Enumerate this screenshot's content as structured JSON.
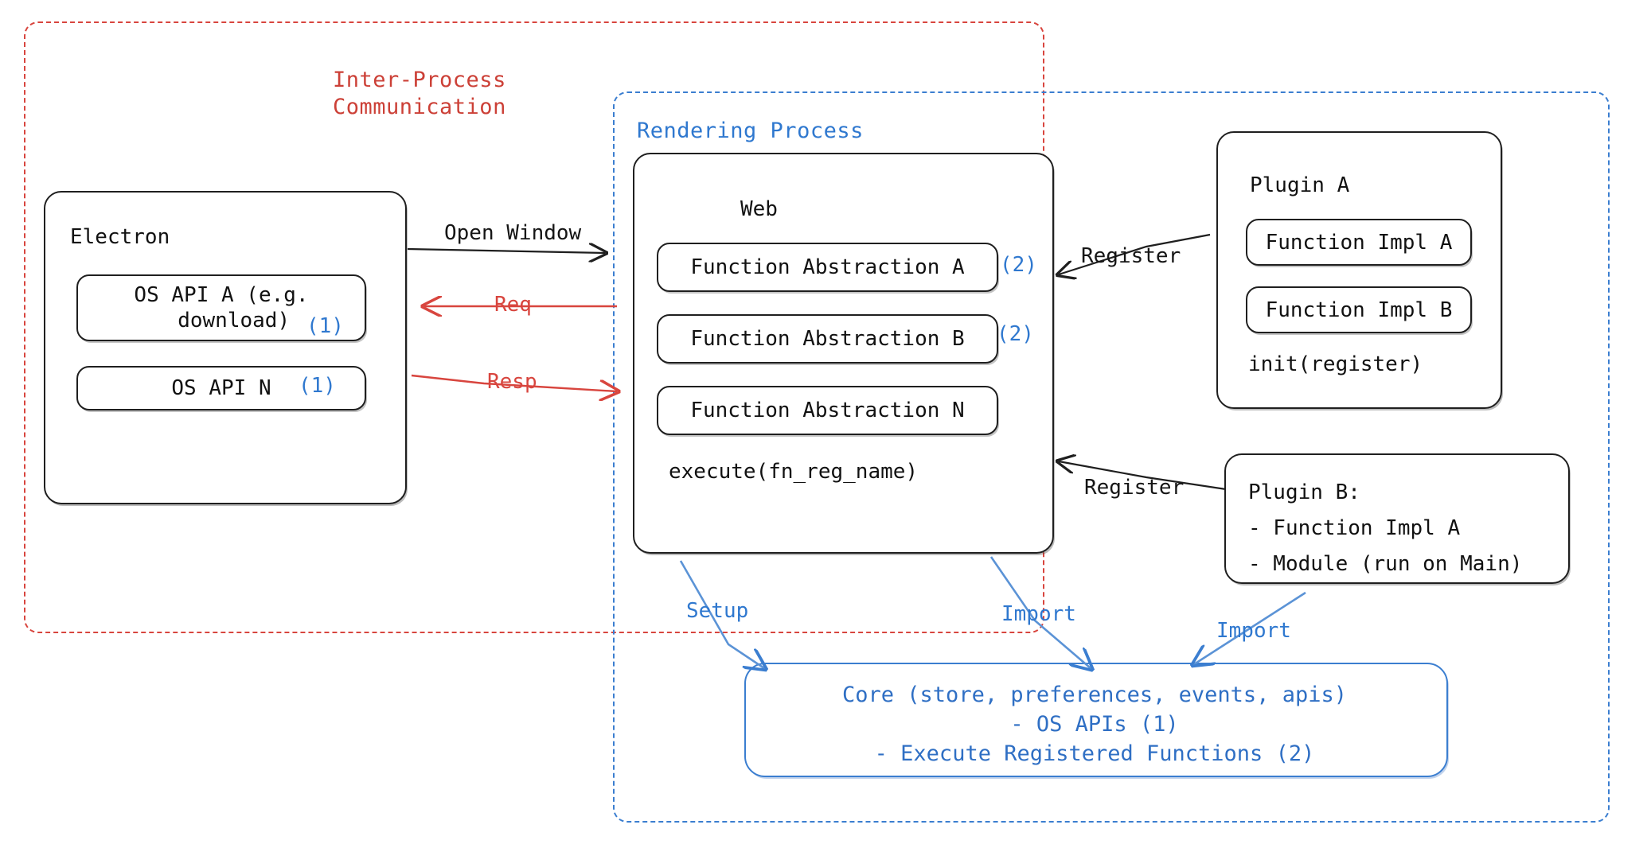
{
  "diagram": {
    "groups": {
      "ipc": {
        "label": "Inter-Process\nCommunication",
        "color": "#cc4037"
      },
      "rendering": {
        "label": "Rendering Process",
        "color": "#2f78cf"
      }
    },
    "electron": {
      "title": "Electron",
      "os_api_a": {
        "text": "OS API A (e.g.\n  download)",
        "tag": "(1)"
      },
      "os_api_n": {
        "text": "OS API N",
        "tag": "(1)"
      }
    },
    "web": {
      "title": "Web",
      "abstractions": [
        {
          "label": "Function Abstraction A",
          "tag": "(2)"
        },
        {
          "label": "Function Abstraction B",
          "tag": "(2)"
        },
        {
          "label": "Function Abstraction N",
          "tag": ""
        }
      ],
      "execute": "execute(fn_reg_name)"
    },
    "plugin_a": {
      "title": "Plugin A",
      "impl_a": "Function Impl A",
      "impl_b": "Function Impl B",
      "init": "init(register)"
    },
    "plugin_b": {
      "title": "Plugin B:",
      "items": [
        "- Function Impl A",
        "- Module (run on Main)"
      ]
    },
    "core": {
      "text": "Core (store, preferences, events, apis)\n- OS APIs (1)\n- Execute Registered Functions (2)",
      "color": "#2f6fc4"
    },
    "arrows": {
      "open_window": "Open Window",
      "req": "Req",
      "resp": "Resp",
      "register_plugin_a": "Register",
      "register_plugin_b": "Register",
      "setup": "Setup",
      "import_web": "Import",
      "import_plugin_b": "Import"
    },
    "colors": {
      "red": "#d8453e",
      "blue": "#3b7ed0",
      "black": "#1f1f1f"
    }
  }
}
